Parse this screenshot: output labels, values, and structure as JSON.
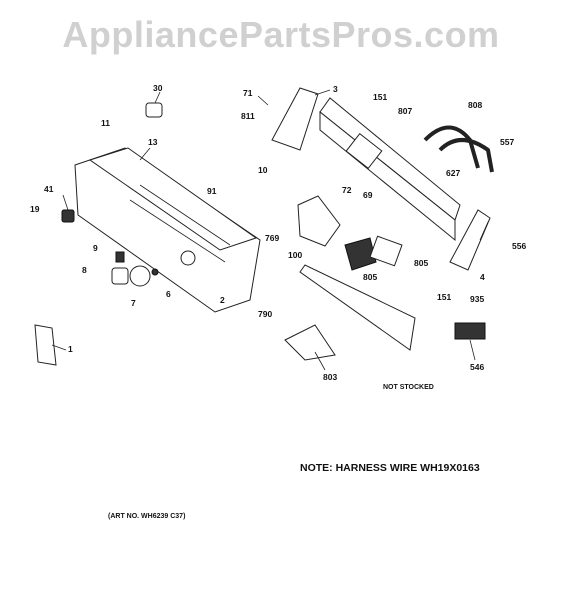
{
  "watermark": "AppliancePartsPros.com",
  "note": "NOTE: HARNESS WIRE WH19X0163",
  "art_no": "(ART NO. WH6239 C37)",
  "not_stocked": "NOT STOCKED",
  "callouts": {
    "c30": "30",
    "c71": "71",
    "c3": "3",
    "c151a": "151",
    "c807": "807",
    "c808": "808",
    "c11": "11",
    "c811": "811",
    "c557": "557",
    "c13": "13",
    "c10": "10",
    "c72": "72",
    "c627": "627",
    "c91": "91",
    "c41": "41",
    "c69": "69",
    "c19": "19",
    "c556": "556",
    "c769": "769",
    "c9": "9",
    "c100": "100",
    "c805a": "805",
    "c8": "8",
    "c805b": "805",
    "c4": "4",
    "c6": "6",
    "c2": "2",
    "c7": "7",
    "c151b": "151",
    "c935": "935",
    "c790": "790",
    "c1": "1",
    "c546": "546",
    "c803": "803"
  }
}
